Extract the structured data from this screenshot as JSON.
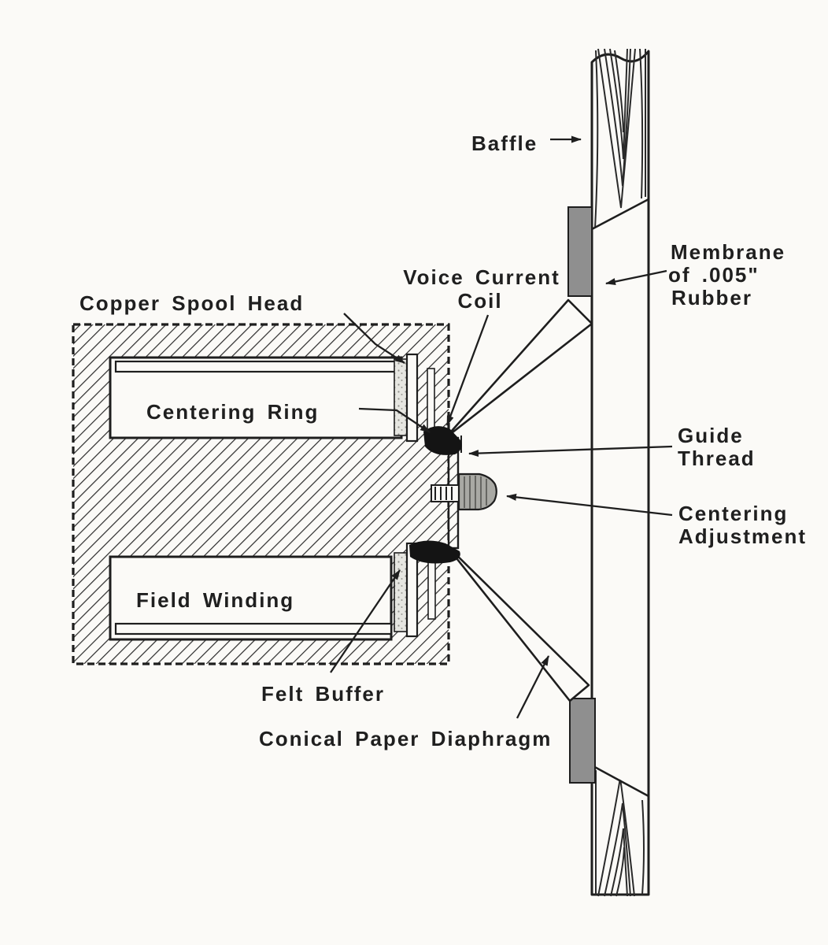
{
  "figure": {
    "kind": "loudspeaker-cross-section-diagram"
  },
  "colors": {
    "background": "#fbfaf7",
    "ink": "#1e1e1e",
    "membrane": "#8f8f8f",
    "felt_base": "#e6e6e1",
    "screw_head": "#a9a9a4"
  },
  "labels": {
    "baffle": "Baffle",
    "membrane_line1": "Membrane",
    "membrane_line2": "of .005\"",
    "membrane_line3": "Rubber",
    "voice_coil_line1": "Voice Current",
    "voice_coil_line2": "Coil",
    "copper_spool_head": "Copper Spool Head",
    "centering_ring": "Centering Ring",
    "guide_thread_line1": "Guide",
    "guide_thread_line2": "Thread",
    "centering_adjustment_line1": "Centering",
    "centering_adjustment_line2": "Adjustment",
    "field_winding": "Field Winding",
    "felt_buffer": "Felt Buffer",
    "conical_diaphragm": "Conical Paper Diaphragm"
  }
}
